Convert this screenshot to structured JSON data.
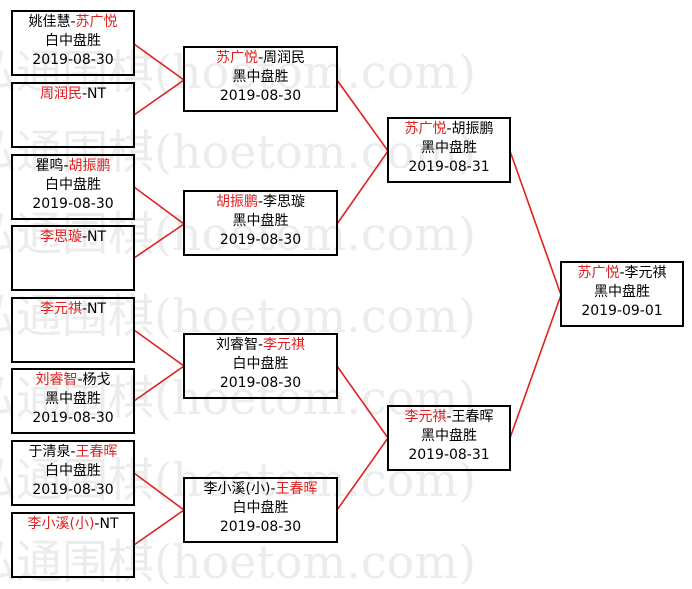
{
  "watermark": "弘通围棋(hoetom.com)",
  "colors": {
    "winner": "#e02020",
    "text": "#000000",
    "connector": "#e02020",
    "border": "#000000"
  },
  "matches": {
    "r1m1": {
      "p1": "姚佳慧",
      "sep": "-",
      "p2": "苏广悦",
      "result": "白中盘胜",
      "date": "2019-08-30",
      "winner": "p2"
    },
    "r1m2": {
      "p1": "周润民",
      "sep": "-",
      "p2": "NT",
      "result": "",
      "date": "",
      "winner": "p1"
    },
    "r1m3": {
      "p1": "瞿鸣",
      "sep": "-",
      "p2": "胡振鹏",
      "result": "白中盘胜",
      "date": "2019-08-30",
      "winner": "p2"
    },
    "r1m4": {
      "p1": "李思璇",
      "sep": "-",
      "p2": "NT",
      "result": "",
      "date": "",
      "winner": "p1"
    },
    "r1m5": {
      "p1": "李元祺",
      "sep": "-",
      "p2": "NT",
      "result": "",
      "date": "",
      "winner": "p1"
    },
    "r1m6": {
      "p1": "刘睿智",
      "sep": "-",
      "p2": "杨戈",
      "result": "黑中盘胜",
      "date": "2019-08-30",
      "winner": "p1"
    },
    "r1m7": {
      "p1": "于清泉",
      "sep": "-",
      "p2": "王春晖",
      "result": "白中盘胜",
      "date": "2019-08-30",
      "winner": "p2"
    },
    "r1m8": {
      "p1": "李小溪(小)",
      "sep": "-",
      "p2": "NT",
      "result": "",
      "date": "",
      "winner": "p1"
    },
    "r2m1": {
      "p1": "苏广悦",
      "sep": "-",
      "p2": "周润民",
      "result": "黑中盘胜",
      "date": "2019-08-30",
      "winner": "p1"
    },
    "r2m2": {
      "p1": "胡振鹏",
      "sep": "-",
      "p2": "李思璇",
      "result": "黑中盘胜",
      "date": "2019-08-30",
      "winner": "p1"
    },
    "r2m3": {
      "p1": "刘睿智",
      "sep": "-",
      "p2": "李元祺",
      "result": "白中盘胜",
      "date": "2019-08-30",
      "winner": "p2"
    },
    "r2m4": {
      "p1": "李小溪(小)",
      "sep": "-",
      "p2": "王春晖",
      "result": "白中盘胜",
      "date": "2019-08-30",
      "winner": "p2"
    },
    "r3m1": {
      "p1": "苏广悦",
      "sep": "-",
      "p2": "胡振鹏",
      "result": "黑中盘胜",
      "date": "2019-08-31",
      "winner": "p1"
    },
    "r3m2": {
      "p1": "李元祺",
      "sep": "-",
      "p2": "王春晖",
      "result": "黑中盘胜",
      "date": "2019-08-31",
      "winner": "p1"
    },
    "final": {
      "p1": "苏广悦",
      "sep": "-",
      "p2": "李元祺",
      "result": "黑中盘胜",
      "date": "2019-09-01",
      "winner": "p1"
    }
  }
}
